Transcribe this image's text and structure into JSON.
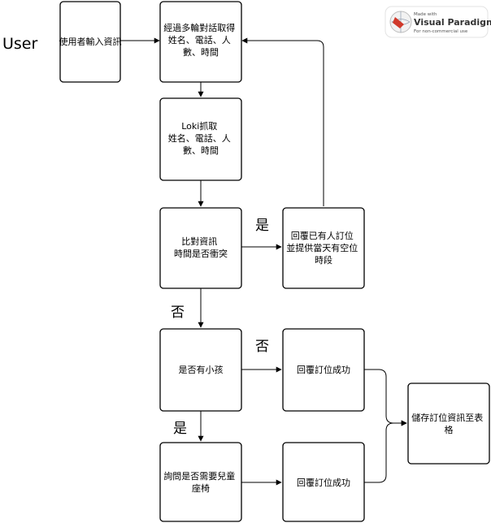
{
  "lane_label": "User",
  "watermark": {
    "line1": "Made with",
    "line2": "Visual Paradigm",
    "line3": "For non-commercial use"
  },
  "nodes": {
    "input": [
      "使用者輸入資訊"
    ],
    "dialog": [
      "經過多輪對話取得",
      "姓名、電話、人",
      "數、時間"
    ],
    "loki": [
      "Loki抓取",
      "姓名、電話、人",
      "數、時間"
    ],
    "compare": [
      "比對資訊",
      "時間是否衝突"
    ],
    "occupied": [
      "回覆已有人訂位",
      "並提供當天有空位",
      "時段"
    ],
    "child": [
      "是否有小孩"
    ],
    "success1": [
      "回覆訂位成功"
    ],
    "seat": [
      "詢問是否需要兒童",
      "座椅"
    ],
    "success2": [
      "回覆訂位成功"
    ],
    "save": [
      "儲存訂位資訊至表",
      "格"
    ]
  },
  "edge_labels": {
    "conflict_yes": "是",
    "conflict_no": "否",
    "child_no": "否",
    "child_yes": "是"
  }
}
